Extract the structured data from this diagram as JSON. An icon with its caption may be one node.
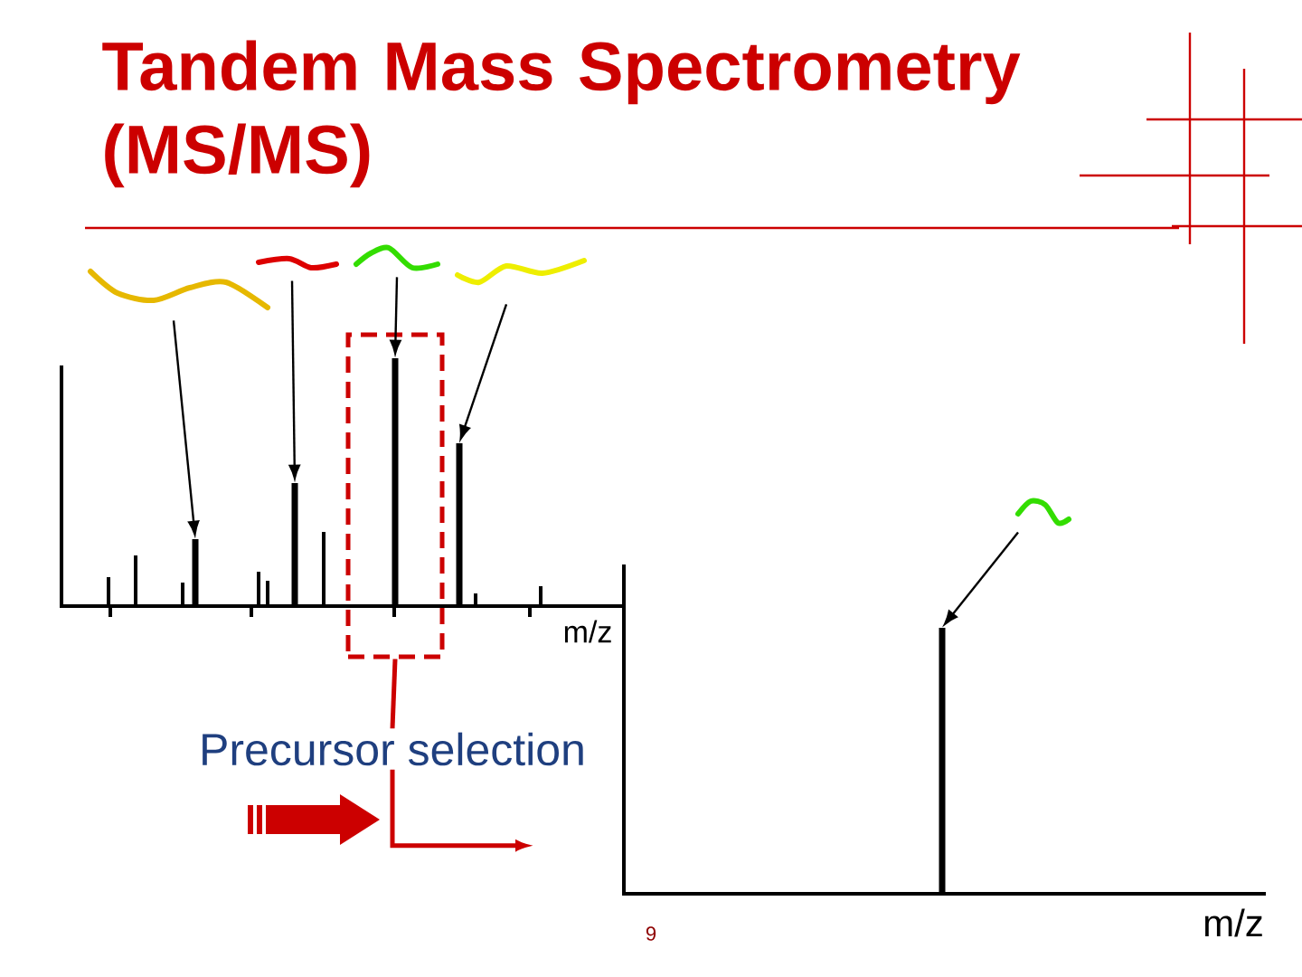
{
  "diagram": {
    "title": "Tandem Mass Spectrometry (MS/MS)",
    "nodes": [
      {
        "text": [],
        "shape": "curve"
      },
      {
        "text": [],
        "shape": "curve"
      },
      {
        "text": [],
        "shape": "curve"
      },
      {
        "text": [],
        "shape": "curve"
      },
      {
        "text": [],
        "shape": "bar"
      },
      {
        "text": [],
        "shape": "bar"
      },
      {
        "text": [],
        "shape": "box"
      },
      {
        "text": [],
        "shape": "bar",
        "in": 6
      },
      {
        "text": [],
        "shape": "bar"
      },
      {
        "text": [
          "Precursor selection"
        ]
      },
      {
        "text": [],
        "shape": "curve"
      },
      {
        "text": [],
        "shape": "bar"
      }
    ],
    "edges": [
      {
        "from": 0,
        "to": 4,
        "arrow": "to"
      },
      {
        "from": 1,
        "to": 5,
        "arrow": "to"
      },
      {
        "from": 2,
        "to": 7,
        "arrow": "to"
      },
      {
        "from": 3,
        "to": 8,
        "arrow": "to"
      },
      {
        "from": 6,
        "to": 9,
        "arrow": "none",
        "color": "#cc0000"
      },
      {
        "from": 9,
        "to": null,
        "arrow": "to",
        "color": "#cc0000"
      },
      {
        "from": 10,
        "to": 11,
        "arrow": "to"
      }
    ],
    "labels": [
      "m/z",
      "m/z",
      "9"
    ]
  }
}
